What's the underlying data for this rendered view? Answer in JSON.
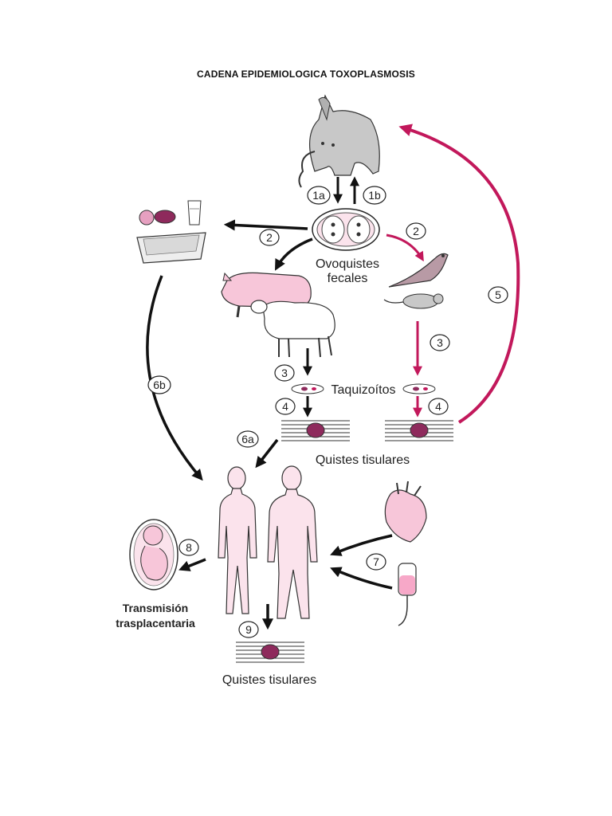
{
  "title": "CADENA EPIDEMIOLOGICA TOXOPLASMOSIS",
  "labels": {
    "oocysts": [
      "Ovoquistes",
      "fecales"
    ],
    "tachyzoites": "Taquizoítos",
    "tissue_cysts_top": "Quistes tisulares",
    "tissue_cysts_bottom": "Quistes tisulares",
    "transplacental": [
      "Transmisión",
      "trasplacentaria"
    ]
  },
  "steps": {
    "s1a": "1a",
    "s1b": "1b",
    "s2_left": "2",
    "s2_right": "2",
    "s3_left": "3",
    "s3_right": "3",
    "s4_left": "4",
    "s4_right": "4",
    "s5": "5",
    "s6a": "6a",
    "s6b": "6b",
    "s7": "7",
    "s8": "8",
    "s9": "9"
  },
  "colors": {
    "black_arrow": "#111111",
    "magenta_arrow": "#c2185b",
    "pink_fill": "#f7c6d9",
    "human_fill": "#fbe3ec",
    "cyst_fill": "#8e2a5c",
    "grey_animal": "#c8c8c8"
  },
  "icons": [
    "cat-icon",
    "food-litter-icon",
    "pig-icon",
    "sheep-icon",
    "bird-icon",
    "mouse-icon",
    "woman-icon",
    "man-icon",
    "fetus-icon",
    "heart-icon",
    "iv-bag-icon"
  ]
}
